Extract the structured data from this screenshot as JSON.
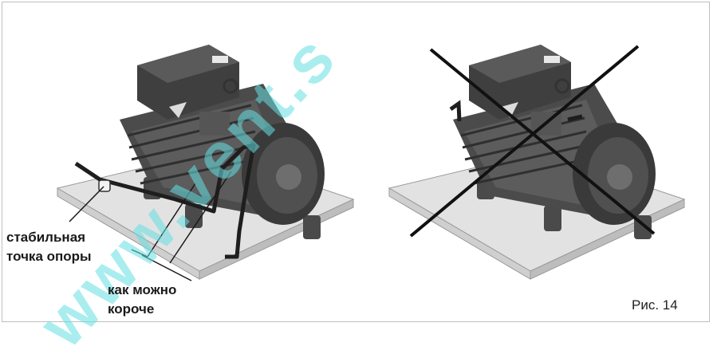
{
  "labels": {
    "support_line1": "стабильная",
    "support_line2": "точка опоры",
    "short_line1": "как можно",
    "short_line2": "короче"
  },
  "caption": "Рис. 14",
  "watermark": "www.vent.s",
  "colors": {
    "text": "#1a1a1a",
    "plate": "#e2e2e2",
    "compressor": "#3c3c3c",
    "cross": "#111111",
    "watermark": "#66e0e3"
  },
  "icons": [
    "compressor-correct-icon",
    "compressor-incorrect-icon",
    "cross-out-icon"
  ]
}
